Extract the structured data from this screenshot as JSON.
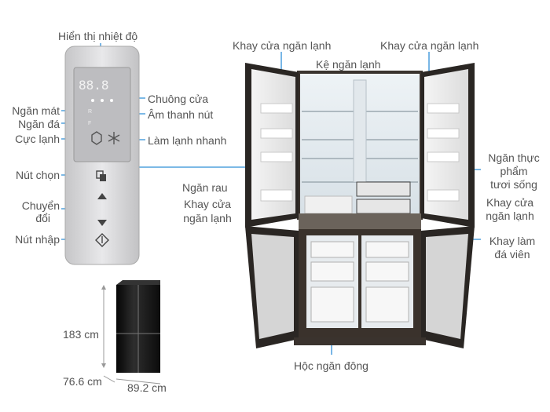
{
  "labels": {
    "temp_display": "Hiển thị nhiệt độ",
    "chime": "Chuông cửa",
    "button_sound": "Âm thanh nút",
    "fridge_mode": "Ngăn mát",
    "freezer_mode": "Ngăn đá",
    "super_cool": "Cực lạnh",
    "quick_cool": "Làm lạnh nhanh",
    "select_button": "Nút chọn",
    "switch_line1": "Chuyển",
    "switch_line2": "đổi",
    "enter_button": "Nút nhập",
    "door_tray_left": "Khay cửa ngăn lạnh",
    "door_tray_right": "Khay cửa ngăn lạnh",
    "shelf": "Kệ ngăn lạnh",
    "fresh_food_line1": "Ngăn thực",
    "fresh_food_line2": "phẩm",
    "fresh_food_line3": "tươi sống",
    "vegetable": "Ngăn rau",
    "door_tray_lower_left_1": "Khay cửa",
    "door_tray_lower_left_2": "ngăn lạnh",
    "door_tray_lower_right_1": "Khay cửa",
    "door_tray_lower_right_2": "ngăn lạnh",
    "ice_tray_1": "Khay làm",
    "ice_tray_2": "đá viên",
    "freezer_drawer": "Hộc ngăn đông"
  },
  "dimensions": {
    "height": "183 cm",
    "depth": "76.6 cm",
    "width": "89.2 cm"
  },
  "panel": {
    "digits": "88.8",
    "icon_names": [
      "snowflake-icon",
      "hexagon-icon",
      "select-icon",
      "up-arrow-icon",
      "down-arrow-icon",
      "enter-icon"
    ]
  },
  "colors": {
    "callout": "#2f8fd8",
    "fridge_dark": "#2a2623",
    "panel_bg": "#d8d8da"
  }
}
